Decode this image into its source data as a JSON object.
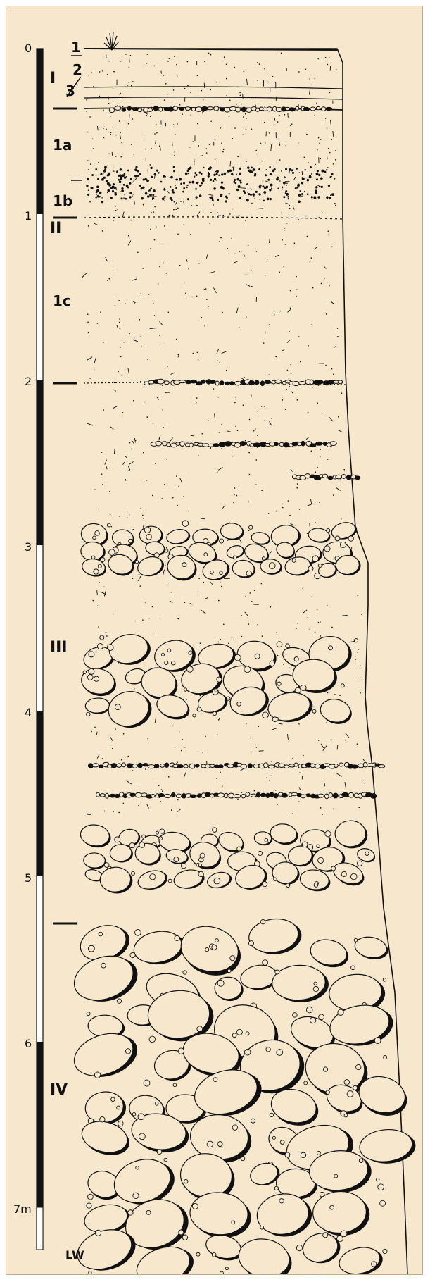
{
  "scale": {
    "ticks": [
      "0",
      "1",
      "2",
      "3",
      "4",
      "5",
      "6",
      "7m"
    ]
  },
  "zones": {
    "I": "I",
    "II": "II",
    "III": "III",
    "IV": "IV"
  },
  "sublayers": {
    "l1": "1",
    "l2": "2",
    "l3": "3",
    "l1a": "1a",
    "l1b": "1b",
    "l1c": "1c"
  },
  "base_label": "LW",
  "colors": {
    "background": "#f6e7cd",
    "ink": "#111111",
    "frame": "#c9a88a"
  }
}
